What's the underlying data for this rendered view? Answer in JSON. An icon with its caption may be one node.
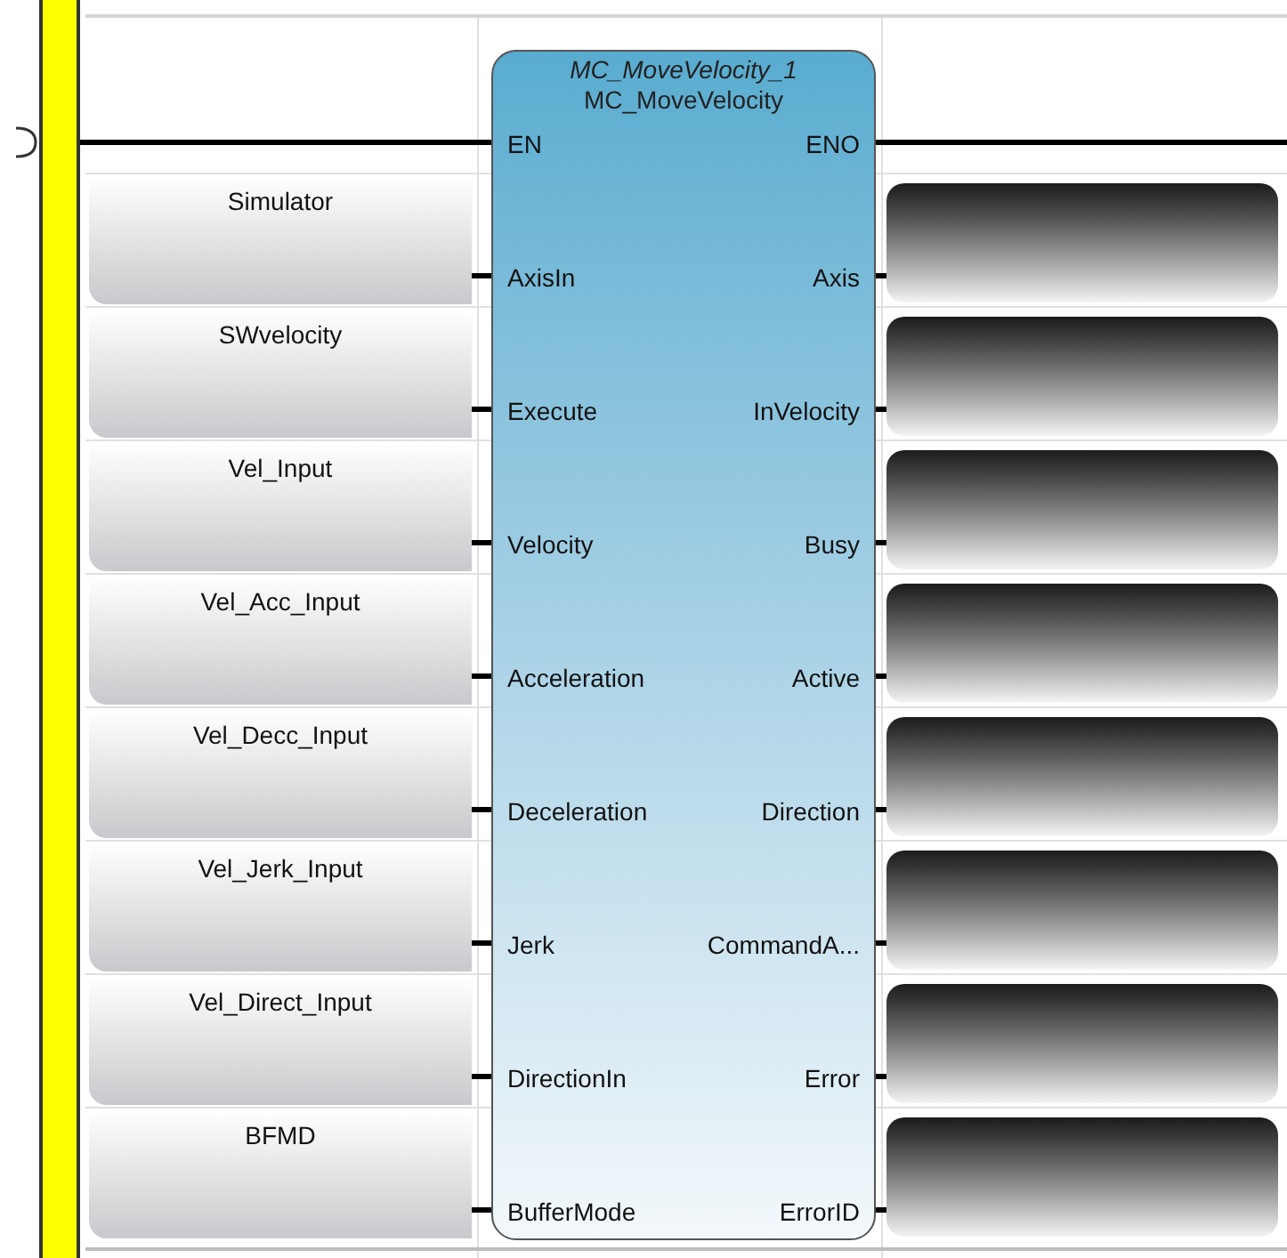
{
  "diagram": {
    "nodes": [
      {
        "text": [],
        "shape": "bar"
      },
      {
        "text": [
          "MC_MoveVelocity_1",
          "MC_MoveVelocity",
          "EN",
          "ENO",
          "AxisIn",
          "Axis",
          "Execute",
          "InVelocity",
          "Velocity",
          "Busy",
          "Acceleration",
          "Active",
          "Deceleration",
          "Direction",
          "Jerk",
          "CommandA...",
          "DirectionIn",
          "Error",
          "BufferMode",
          "ErrorID"
        ]
      },
      {
        "text": [
          "Simulator"
        ]
      },
      {
        "text": [
          "SWvelocity"
        ]
      },
      {
        "text": [
          "Vel_Input"
        ]
      },
      {
        "text": [
          "Vel_Acc_Input"
        ]
      },
      {
        "text": [
          "Vel_Decc_Input"
        ]
      },
      {
        "text": [
          "Vel_Jerk_Input"
        ]
      },
      {
        "text": [
          "Vel_Direct_Input"
        ]
      },
      {
        "text": [
          "BFMD"
        ]
      },
      {
        "text": [],
        "shape": "box"
      },
      {
        "text": [],
        "shape": "box"
      },
      {
        "text": [],
        "shape": "box"
      },
      {
        "text": [],
        "shape": "box"
      },
      {
        "text": [],
        "shape": "box"
      },
      {
        "text": [],
        "shape": "box"
      },
      {
        "text": [],
        "shape": "box"
      },
      {
        "text": [],
        "shape": "box"
      }
    ],
    "edges": [
      {
        "from": 0,
        "to": 1,
        "arrow": "none"
      },
      {
        "from": 1,
        "to": null,
        "arrow": "none"
      },
      {
        "from": 2,
        "to": 1,
        "arrow": "none"
      },
      {
        "from": 3,
        "to": 1,
        "arrow": "none"
      },
      {
        "from": 4,
        "to": 1,
        "arrow": "none"
      },
      {
        "from": 5,
        "to": 1,
        "arrow": "none"
      },
      {
        "from": 6,
        "to": 1,
        "arrow": "none"
      },
      {
        "from": 7,
        "to": 1,
        "arrow": "none"
      },
      {
        "from": 8,
        "to": 1,
        "arrow": "none"
      },
      {
        "from": 9,
        "to": 1,
        "arrow": "none"
      },
      {
        "from": 1,
        "to": 10,
        "arrow": "none"
      },
      {
        "from": 1,
        "to": 11,
        "arrow": "none"
      },
      {
        "from": 1,
        "to": 12,
        "arrow": "none"
      },
      {
        "from": 1,
        "to": 13,
        "arrow": "none"
      },
      {
        "from": 1,
        "to": 14,
        "arrow": "none"
      },
      {
        "from": 1,
        "to": 15,
        "arrow": "none"
      },
      {
        "from": 1,
        "to": 16,
        "arrow": "none"
      },
      {
        "from": 1,
        "to": 17,
        "arrow": "none"
      }
    ]
  }
}
